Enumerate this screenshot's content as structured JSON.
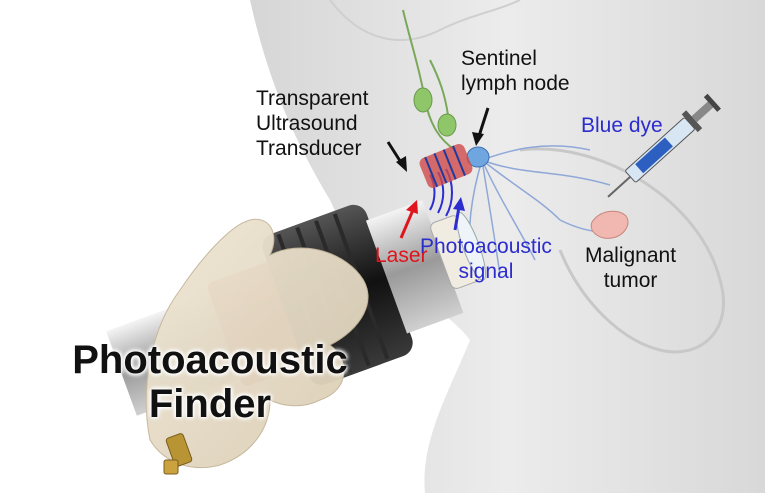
{
  "labels": {
    "transducer": "Transparent\nUltrasound\nTransducer",
    "sentinel": "Sentinel\nlymph node",
    "blue_dye": "Blue dye",
    "laser": "Laser",
    "pa_signal": "Photoacoustic\nsignal",
    "tumor": "Malignant\ntumor",
    "device_name": "Photoacoustic\nFinder"
  },
  "colors": {
    "label_black": "#111111",
    "label_blue": "#2c2ccf",
    "label_red": "#e0141c",
    "body_gray": "#e4e4e4",
    "lymph_node": "#7fb4e6",
    "lymph_vessel": "#8fa8d8",
    "green_nodes": "#8fc66a",
    "device_red": "#b84a3c"
  },
  "icons": {
    "probe": "handheld-probe-icon",
    "syringe": "syringe-icon",
    "hand": "gloved-hand-icon"
  }
}
